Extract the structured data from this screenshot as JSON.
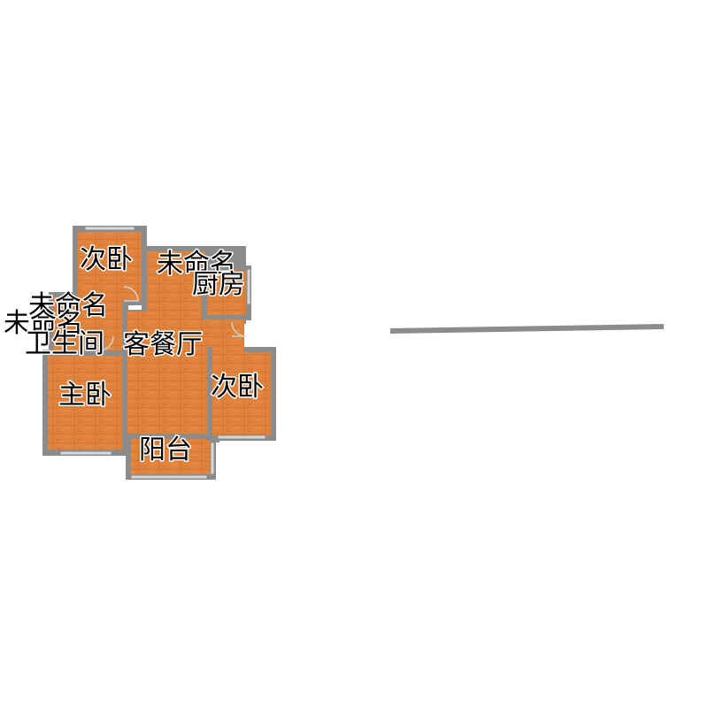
{
  "colors": {
    "floor": "#e0833c",
    "floor_grain": "#c96c28",
    "wall": "#8c8c8c",
    "window": "#d8d8d8",
    "door": "#cccccc",
    "background": "#ffffff"
  },
  "rooms": {
    "secondary_bedroom_top": "次卧",
    "unnamed_top": "未命名",
    "kitchen": "厨房",
    "unnamed_left_1": "未命名",
    "unnamed_left_2": "未命名",
    "bathroom": "卫生间",
    "living_dining": "客餐厅",
    "secondary_bedroom_right": "次卧",
    "master_bedroom": "主卧",
    "balcony": "阳台"
  }
}
